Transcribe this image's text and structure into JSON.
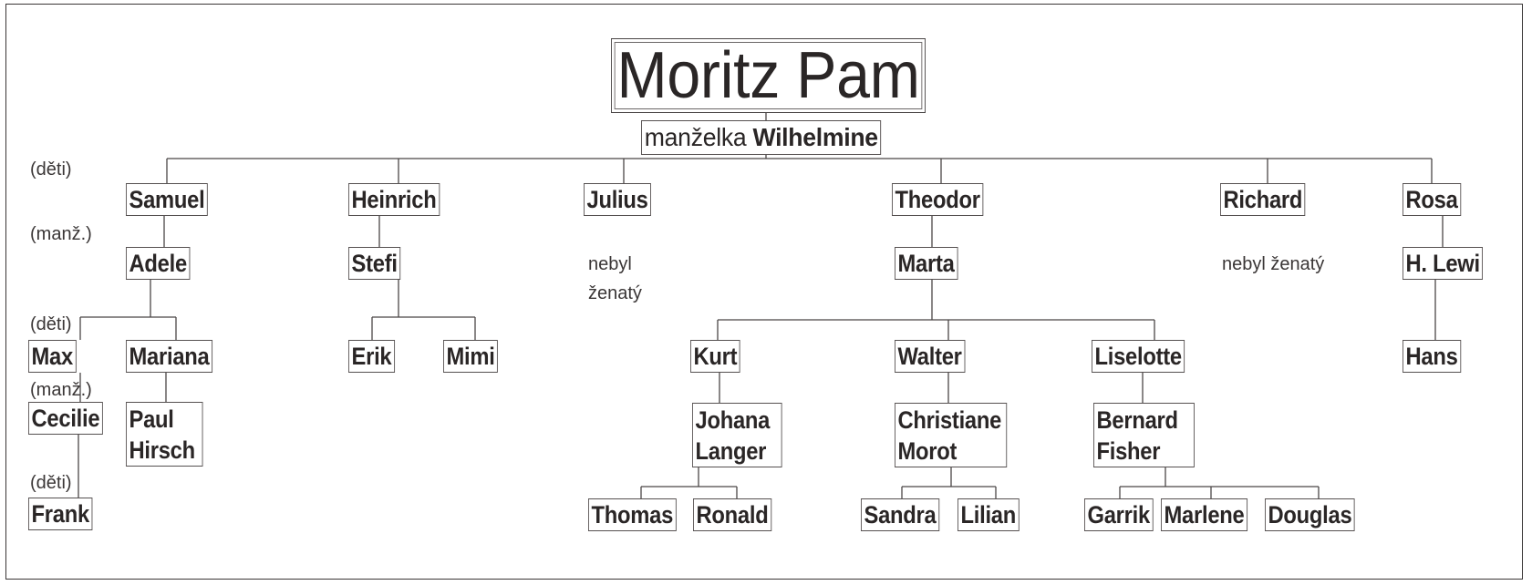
{
  "root": {
    "name": "Moritz Pam",
    "spouse_prefix": "manželka",
    "spouse_name": "Wilhelmine"
  },
  "labels": {
    "children": "(děti)",
    "spouse": "(manž.)"
  },
  "children": [
    {
      "name": "Samuel",
      "spouse": "Adele",
      "children": [
        {
          "name": "Max",
          "spouse": "Cecilie",
          "children": [
            {
              "name": "Frank"
            }
          ]
        },
        {
          "name": "Mariana",
          "spouse": "Paul Hirsch"
        }
      ]
    },
    {
      "name": "Heinrich",
      "spouse": "Stefi",
      "children": [
        {
          "name": "Erik"
        },
        {
          "name": "Mimi"
        }
      ]
    },
    {
      "name": "Julius",
      "note": "nebyl ženatý"
    },
    {
      "name": "Theodor",
      "spouse": "Marta",
      "children": [
        {
          "name": "Kurt",
          "spouse": "Johana Langer",
          "children": [
            {
              "name": "Thomas"
            },
            {
              "name": "Ronald"
            }
          ]
        },
        {
          "name": "Walter",
          "spouse": "Christiane Morot",
          "children": [
            {
              "name": "Sandra"
            },
            {
              "name": "Lilian"
            }
          ]
        },
        {
          "name": "Liselotte",
          "spouse": "Bernard Fisher",
          "children": [
            {
              "name": "Garrik"
            },
            {
              "name": "Marlene"
            },
            {
              "name": "Douglas"
            }
          ]
        }
      ]
    },
    {
      "name": "Richard",
      "note": "nebyl ženatý"
    },
    {
      "name": "Rosa",
      "spouse": "H. Lewi",
      "children": [
        {
          "name": "Hans"
        }
      ]
    }
  ]
}
